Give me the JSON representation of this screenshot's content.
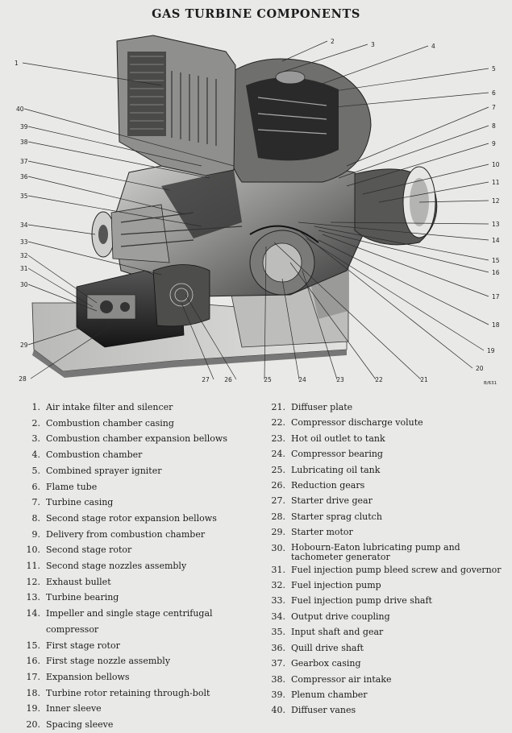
{
  "title": "GAS TURBINE COMPONENTS",
  "reference_code": "B/631",
  "callout_numbers": [
    "1",
    "2",
    "3",
    "4",
    "5",
    "6",
    "7",
    "8",
    "9",
    "10",
    "11",
    "12",
    "13",
    "14",
    "15",
    "16",
    "17",
    "18",
    "19",
    "20",
    "21",
    "22",
    "23",
    "24",
    "25",
    "26",
    "27",
    "28",
    "29",
    "30",
    "31",
    "32",
    "33",
    "34",
    "35",
    "36",
    "37",
    "38",
    "39",
    "40"
  ],
  "legend_left": [
    {
      "num": "1.",
      "label": "Air intake filter and silencer"
    },
    {
      "num": "2.",
      "label": "Combustion chamber casing"
    },
    {
      "num": "3.",
      "label": "Combustion chamber expansion bellows"
    },
    {
      "num": "4.",
      "label": "Combustion chamber"
    },
    {
      "num": "5.",
      "label": "Combined sprayer igniter"
    },
    {
      "num": "6.",
      "label": "Flame tube"
    },
    {
      "num": "7.",
      "label": "Turbine casing"
    },
    {
      "num": "8.",
      "label": "Second stage rotor expansion bellows"
    },
    {
      "num": "9.",
      "label": "Delivery from combustion chamber"
    },
    {
      "num": "10.",
      "label": "Second stage rotor"
    },
    {
      "num": "11.",
      "label": "Second stage nozzles assembly"
    },
    {
      "num": "12.",
      "label": "Exhaust bullet"
    },
    {
      "num": "13.",
      "label": "Turbine bearing"
    },
    {
      "num": "14.",
      "label": "Impeller and single stage centrifugal compressor"
    },
    {
      "num": "15.",
      "label": "First stage rotor"
    },
    {
      "num": "16.",
      "label": "First stage nozzle assembly"
    },
    {
      "num": "17.",
      "label": "Expansion bellows"
    },
    {
      "num": "18.",
      "label": "Turbine rotor retaining through-bolt"
    },
    {
      "num": "19.",
      "label": "Inner sleeve"
    },
    {
      "num": "20.",
      "label": "Spacing sleeve"
    }
  ],
  "legend_right": [
    {
      "num": "21.",
      "label": "Diffuser plate"
    },
    {
      "num": "22.",
      "label": "Compressor discharge volute"
    },
    {
      "num": "23.",
      "label": "Hot oil outlet to tank"
    },
    {
      "num": "24.",
      "label": "Compressor bearing"
    },
    {
      "num": "25.",
      "label": "Lubricating oil tank"
    },
    {
      "num": "26.",
      "label": "Reduction gears"
    },
    {
      "num": "27.",
      "label": "Starter drive gear"
    },
    {
      "num": "28.",
      "label": "Starter sprag clutch"
    },
    {
      "num": "29.",
      "label": "Starter motor"
    },
    {
      "num": "30.",
      "label": "Hobourn-Eaton lubricating pump and tachometer generator"
    },
    {
      "num": "31.",
      "label": "Fuel injection pump bleed screw and governor"
    },
    {
      "num": "32.",
      "label": "Fuel injection pump"
    },
    {
      "num": "33.",
      "label": "Fuel injection pump drive shaft"
    },
    {
      "num": "34.",
      "label": "Output drive coupling"
    },
    {
      "num": "35.",
      "label": "Input shaft and gear"
    },
    {
      "num": "36.",
      "label": "Quill drive shaft"
    },
    {
      "num": "37.",
      "label": "Gearbox casing"
    },
    {
      "num": "38.",
      "label": "Compressor air intake"
    },
    {
      "num": "39.",
      "label": "Plenum chamber"
    },
    {
      "num": "40.",
      "label": "Diffuser vanes"
    }
  ]
}
